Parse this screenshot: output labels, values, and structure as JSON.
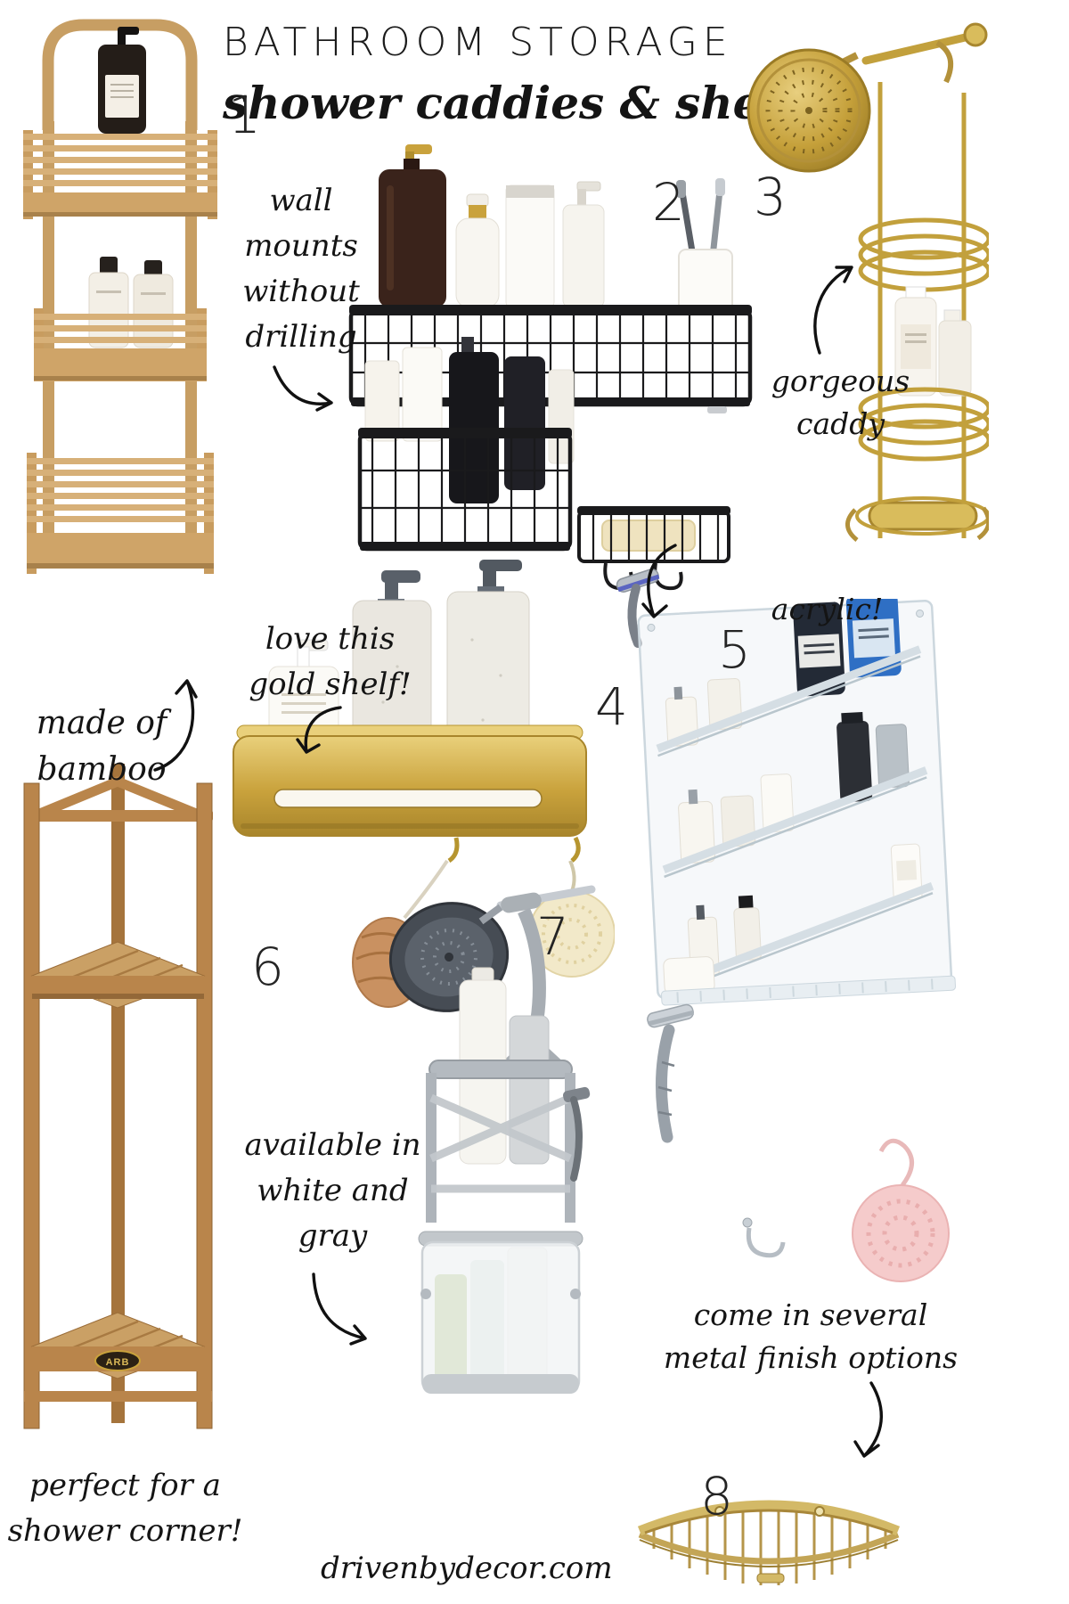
{
  "meta": {
    "site_footer": "drivenbydecor.com"
  },
  "title": {
    "line1": "BATHROOM STORAGE",
    "line2": "shower caddies & shelves"
  },
  "markers": {
    "n1": "1",
    "n2": "2",
    "n3": "3",
    "n4": "4",
    "n5": "5",
    "n6": "6",
    "n7": "7",
    "n8": "8"
  },
  "annotations": {
    "wall_mounts": {
      "lines": [
        "wall",
        "mounts",
        "without",
        "drilling"
      ]
    },
    "gorgeous_caddy": {
      "lines": [
        "gorgeous",
        "caddy"
      ]
    },
    "made_of_bamboo": {
      "lines": [
        "made of",
        "bamboo"
      ]
    },
    "gold_shelf": {
      "lines": [
        "love this",
        "gold shelf!"
      ]
    },
    "acrylic": {
      "lines": [
        "acrylic!"
      ]
    },
    "white_gray": {
      "lines": [
        "available in",
        "white and",
        "gray"
      ]
    },
    "shower_corner": {
      "lines": [
        "perfect for a",
        "shower corner!"
      ]
    },
    "metal_finish": {
      "lines": [
        "come in several",
        "metal finish options"
      ]
    }
  },
  "products": {
    "p6_badge": "ARB"
  },
  "colors": {
    "ink": "#141414",
    "gold": "#c9a23c",
    "bamboo": "#c99f66",
    "teak": "#b08049",
    "wire_black": "#1a1a1c",
    "gray": "#aab0b5",
    "acrylic": "#dde5ea",
    "loofah_pink": "#f3c7c7"
  }
}
